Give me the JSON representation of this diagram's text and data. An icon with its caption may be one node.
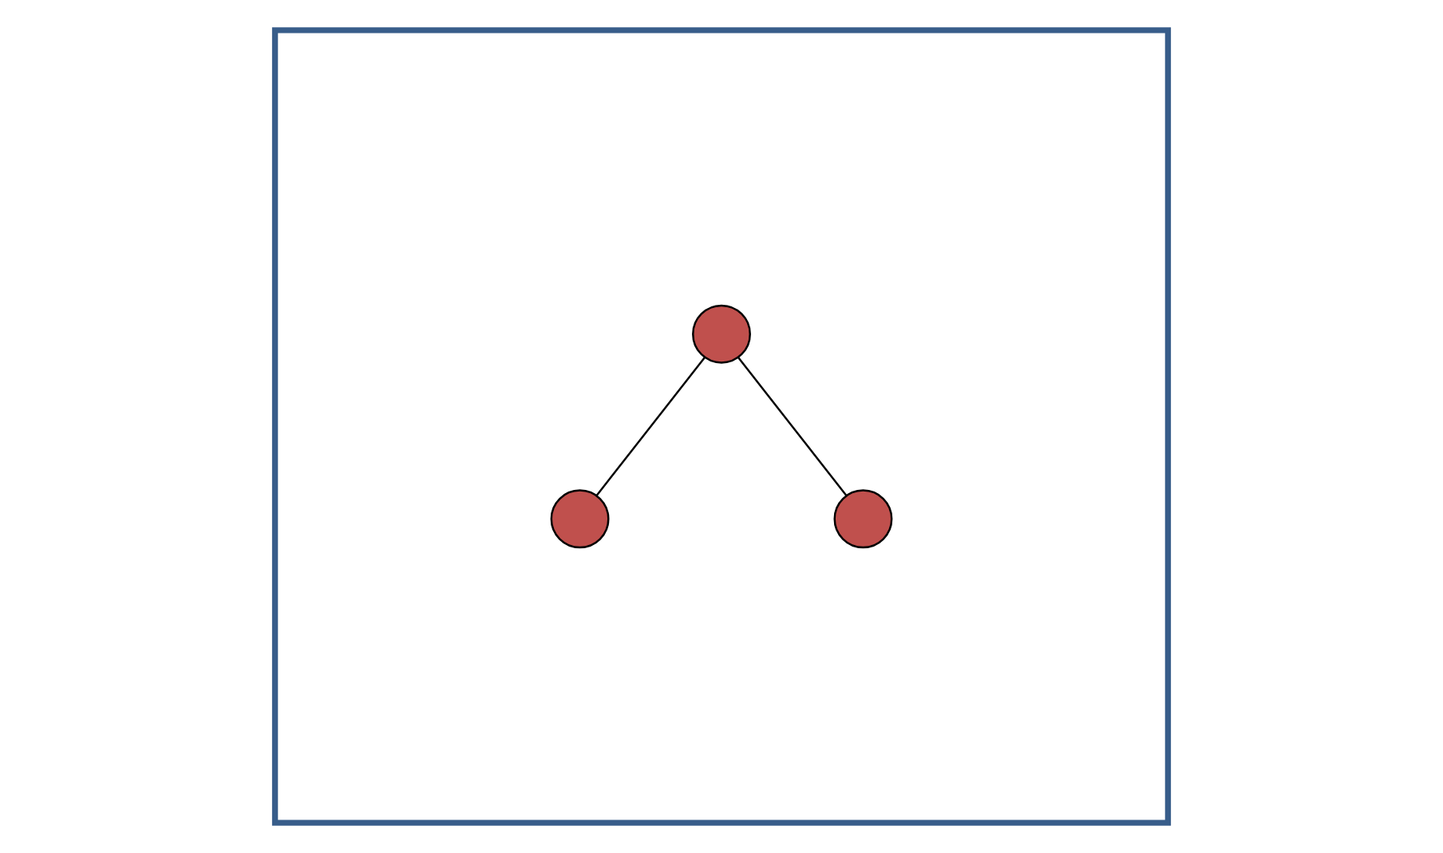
{
  "diagram": {
    "nodes": [
      {
        "text": [],
        "shape": "box"
      },
      {
        "text": [],
        "shape": "circle",
        "in": 0
      },
      {
        "text": [],
        "shape": "circle",
        "in": 0
      },
      {
        "text": [],
        "shape": "circle",
        "in": 0
      }
    ],
    "edges": [
      {
        "from": 2,
        "to": 1,
        "arrow": "none"
      },
      {
        "from": 2,
        "to": 3,
        "arrow": "none"
      }
    ]
  }
}
